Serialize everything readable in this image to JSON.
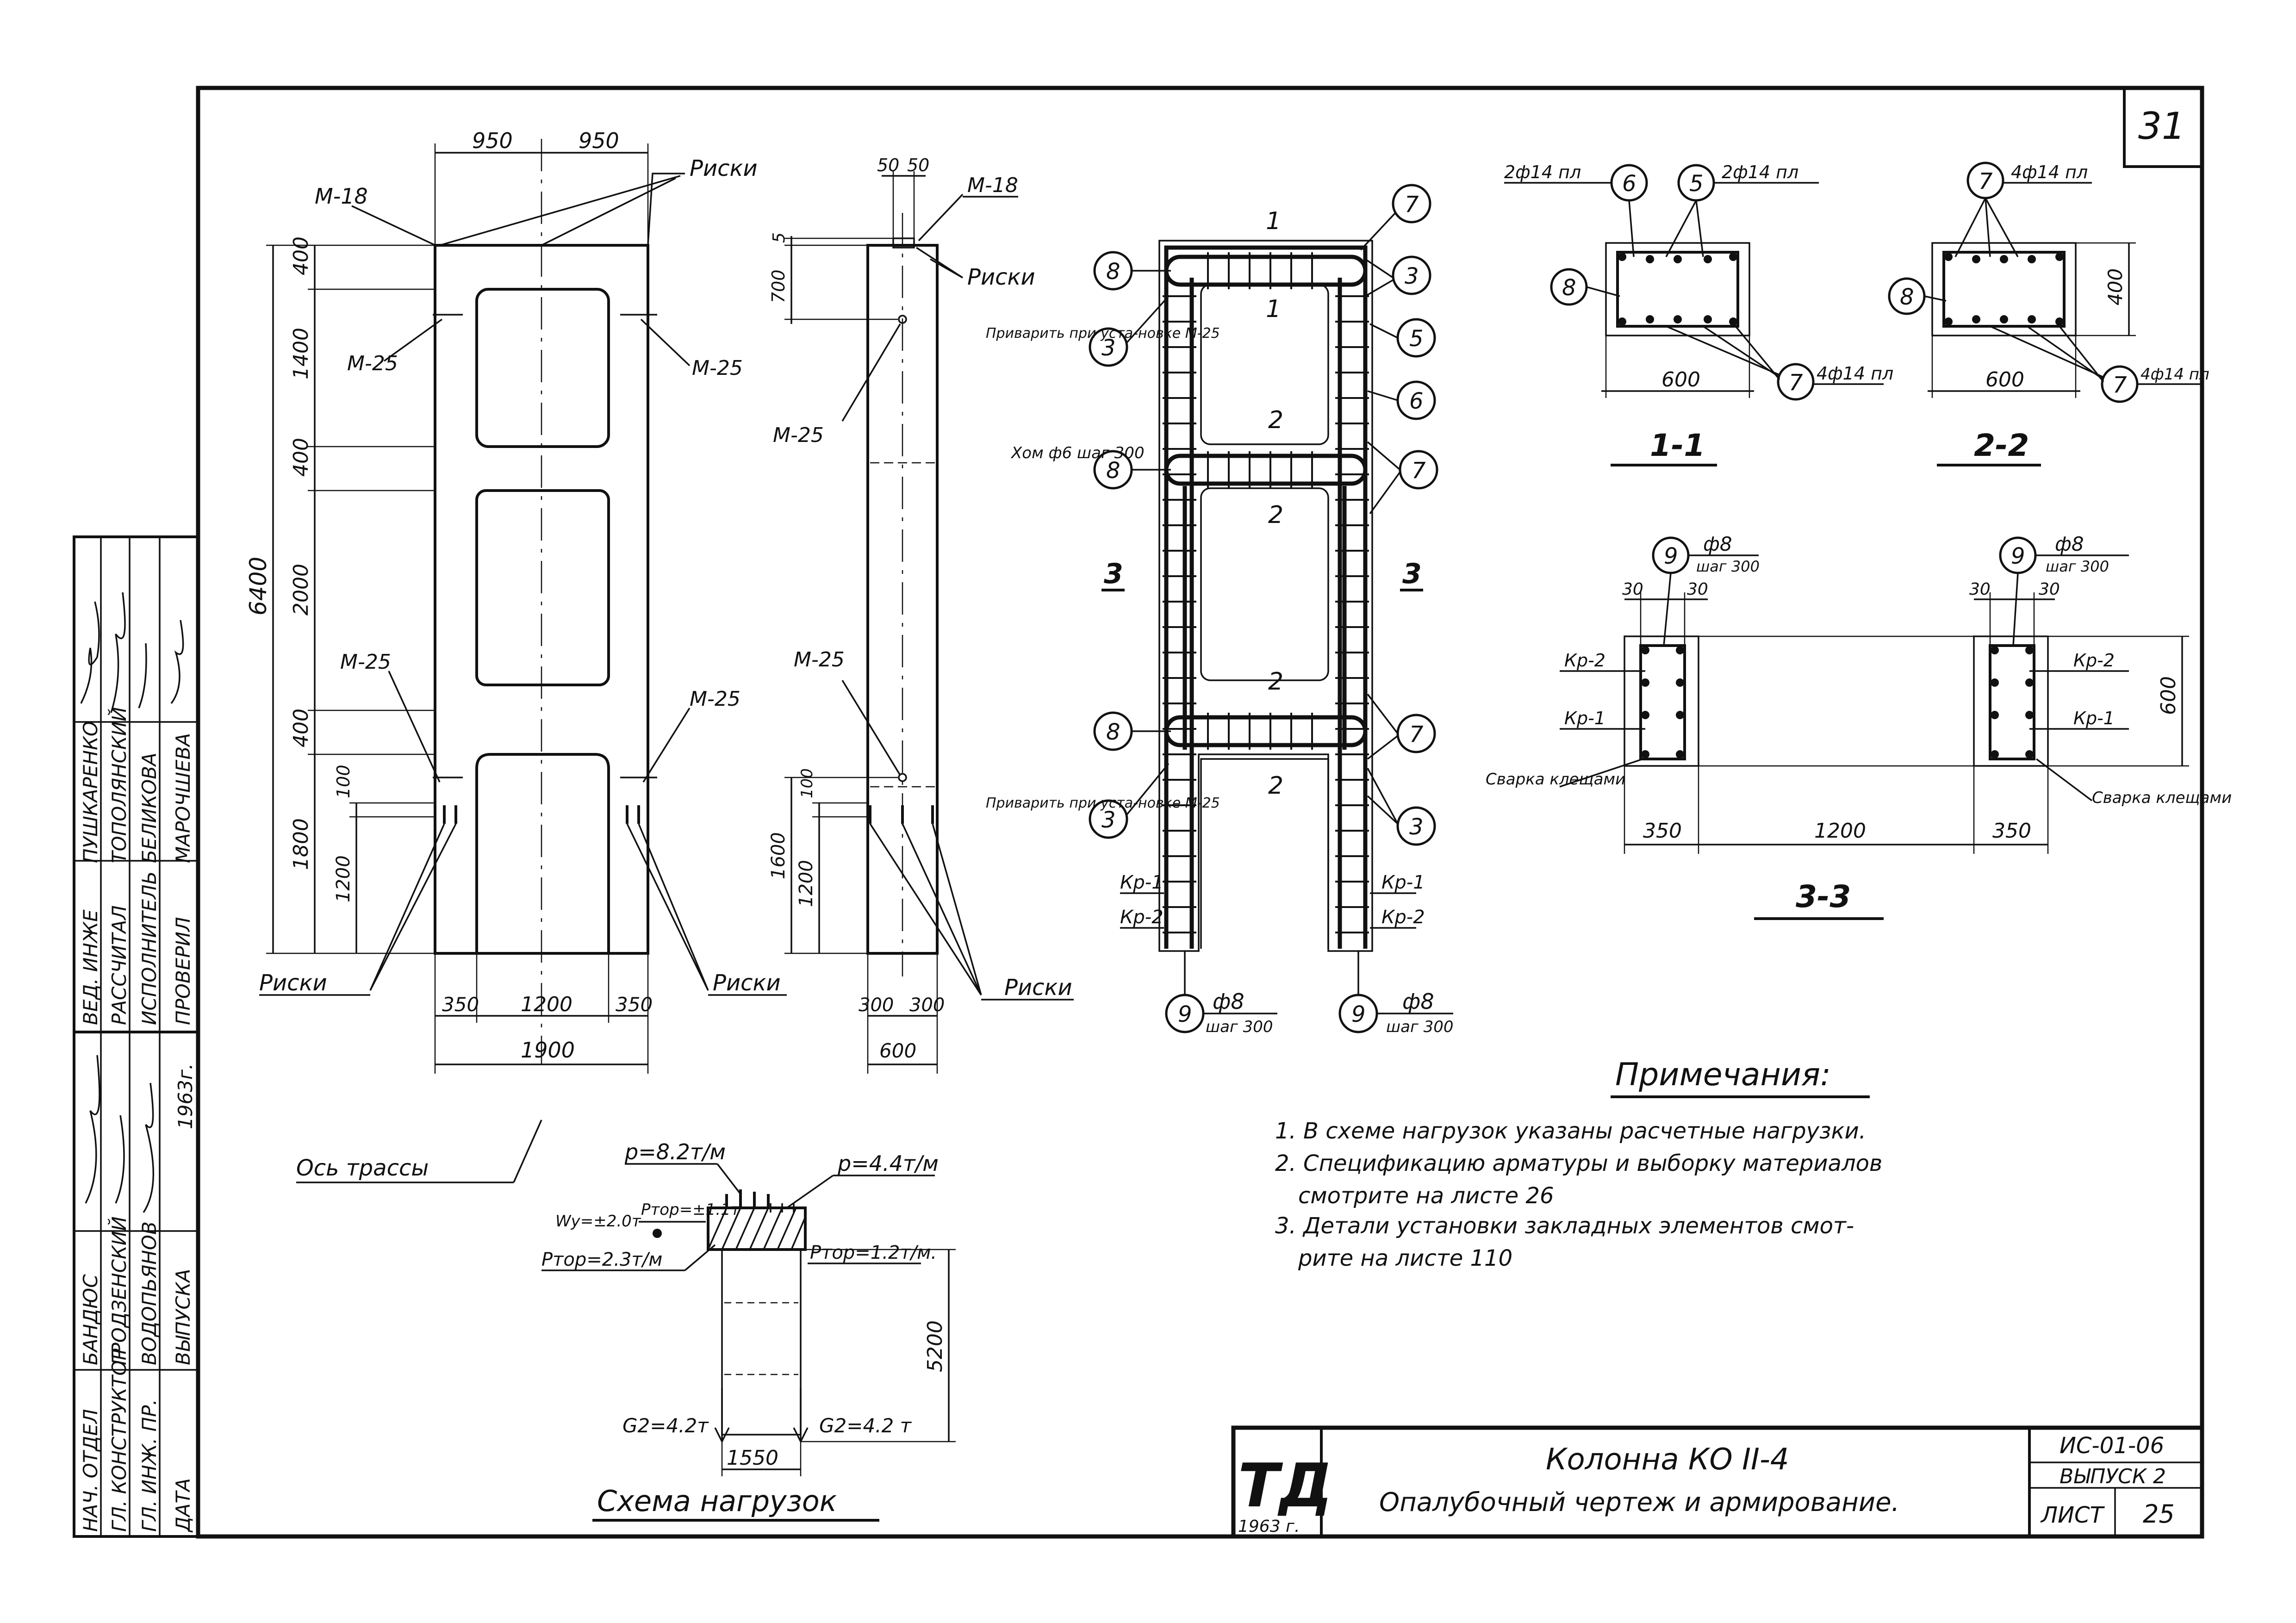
{
  "sheet": {
    "number_top": "31",
    "designation": "ИС-01-06",
    "issue": "ВЫПУСК 2",
    "sheet_label": "ЛИСТ",
    "sheet_number": "25",
    "title_line1": "Колонна КО II-4",
    "title_line2": "Опалубочный чертеж и армирование.",
    "logo_text": "ТД",
    "logo_year": "1963 г."
  },
  "front_view": {
    "dims_top": [
      "950",
      "950"
    ],
    "dims_bottom": [
      "350",
      "1200",
      "350"
    ],
    "dim_total_width": "1900",
    "height_total": "6400",
    "heights": [
      "400",
      "1400",
      "400",
      "2000",
      "400",
      "1800"
    ],
    "inner_dims": [
      "100",
      "1200"
    ],
    "labels": {
      "riski": "Риски",
      "m18": "М-18",
      "m25": "М-25"
    }
  },
  "side_view": {
    "dims_top": [
      "50",
      "50"
    ],
    "dim_5": "5",
    "dim_700": "700",
    "heights": [
      "1600",
      "1200",
      "100"
    ],
    "dims_bottom": [
      "300",
      "300"
    ],
    "dim_total": "600",
    "labels": {
      "m18": "М-18",
      "riski": "Риски",
      "m25": "М-25"
    }
  },
  "reinforcement": {
    "section_marks": [
      "1",
      "1",
      "2",
      "2",
      "2",
      "2",
      "3",
      "3"
    ],
    "bubbles": [
      "7",
      "8",
      "3",
      "5",
      "6",
      "7",
      "8",
      "7",
      "8",
      "3",
      "3",
      "9",
      "9"
    ],
    "notes": {
      "weld_top": "Приварить при уста-новке М-25",
      "weld_bottom": "Приварить при уста-новке М-25",
      "clamp": "Хом ф6 шаг 300",
      "kr1": "Кр-1",
      "kr2": "Кр-2",
      "phi8": "ф8",
      "step300": "шаг 300"
    }
  },
  "section_1_1": {
    "title": "1-1",
    "top_left": "2ф14 пл",
    "top_right": "2ф14 пл",
    "bottom": "4ф14 пл",
    "width": "600",
    "bubbles": [
      "6",
      "5",
      "8",
      "7"
    ]
  },
  "section_2_2": {
    "title": "2-2",
    "top": "4ф14 пл",
    "bottom": "4ф14 пл",
    "width": "600",
    "height": "400",
    "bubbles": [
      "7",
      "8",
      "7"
    ]
  },
  "section_3_3": {
    "title": "3-3",
    "dims_bottom": [
      "350",
      "1200",
      "350"
    ],
    "dims_top": [
      "30",
      "30",
      "30",
      "30"
    ],
    "height": "600",
    "labels": {
      "kr1": "Кр-1",
      "kr2": "Кр-2",
      "weld": "Сварка клещами",
      "phi8": "ф8",
      "step300": "шаг 300"
    }
  },
  "load_scheme": {
    "title": "Схема нагрузок",
    "axis_label": "Ось трассы",
    "p_top": "р=8.2т/м",
    "p_right": "р=4.4т/м",
    "wy": "Wу=±2.0т",
    "p_tor_mid": "Ртор=±1.1т",
    "p_tor_left": "Ртор=2.3т/м",
    "p_tor_right": "Ртор=1.2т/м.",
    "g_left": "G2=4.2т",
    "g_right": "G2=4.2 т",
    "dim_height": "5200",
    "dim_width": "1550"
  },
  "notes": {
    "heading": "Примечания:",
    "items": [
      "1. В схеме нагрузок указаны расчетные нагрузки.",
      "2. Спецификацию арматуры и выборку материалов",
      "смотрите на листе 26",
      "3. Детали установки закладных элементов смот-",
      "рите на листе 110"
    ]
  },
  "stamp_left": {
    "rows": [
      [
        "ВЕД. ИНЖЕ",
        "ПУШКАРЕНКО"
      ],
      [
        "РАССЧИТАЛ",
        "ТОПОЛЯНСКИЙ"
      ],
      [
        "ИСПОЛНИТЕЛЬ",
        "БЕЛИКОВА"
      ],
      [
        "ПРОВЕРИЛ",
        "МАРОЧШЕВА"
      ]
    ],
    "rows2": [
      [
        "НАЧ. ОТДЕЛ",
        "БАНДЮС"
      ],
      [
        "ГЛ. КОНСТРУКТОР",
        "ГРОДЗЕНСКИЙ"
      ],
      [
        "ГЛ. ИНЖ. ПР.",
        "ВОДОПЬЯНОВ"
      ],
      [
        "ДАТА",
        "ВЫПУСКА"
      ]
    ],
    "year": "1963г."
  }
}
